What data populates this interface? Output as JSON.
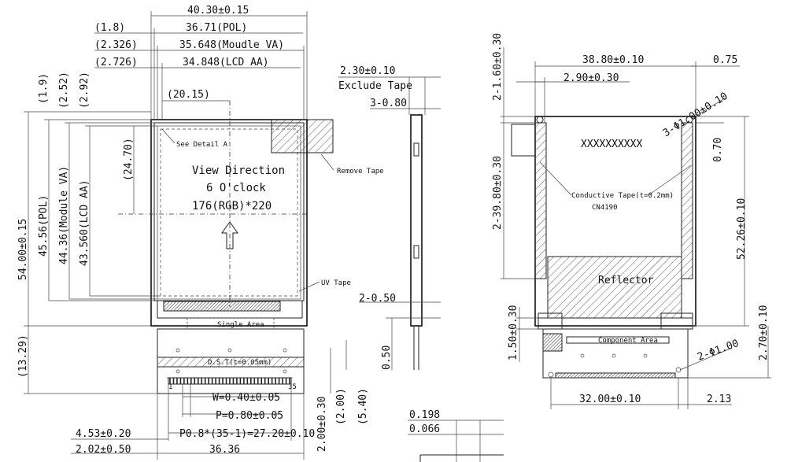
{
  "front_view": {
    "width_overall": "40.30±0.15",
    "pol_w_offset": "(1.8)",
    "pol_w": "36.71(POL)",
    "va_w_offset": "(2.326)",
    "va_w": "35.648(Moudle VA)",
    "aa_w_offset": "(2.726)",
    "aa_w": "34.848(LCD AA)",
    "center_offset": "(20.15)",
    "h_overall": "54.00±0.15",
    "pol_h": "45.56(POL)",
    "va_h": "44.36(Module VA)",
    "aa_h": "43.560(LCD AA)",
    "top_off1": "(1.9)",
    "top_off2": "(2.52)",
    "top_off3": "(2.92)",
    "vcenter": "(24.70)",
    "fpc_h": "(13.29)",
    "see_detail": "See Detail A",
    "view1": "View Direction",
    "view2": "6 O'clock",
    "resolution": "176(RGB)*220",
    "remove_tape": "Remove Tape",
    "uv_tape": "UV Tape",
    "single_area": "Single Area",
    "ds_t": "D.S.T(t=0.05mm)",
    "pin1": "1",
    "pin35": "35",
    "w_pin": "W=0.40±0.05",
    "p_pin": "P=0.80±0.05",
    "pitch_total": "P0.8*(35-1)=27.20±0.10",
    "left_453": "4.53±0.20",
    "left_202": "2.02±0.50",
    "width_3636": "36.36",
    "v_200_030": "2.00±0.30",
    "v_200": "(2.00)",
    "v_540": "(5.40)"
  },
  "side_view": {
    "t230": "2.30±0.10",
    "exclude_tape": "Exclude Tape",
    "t3080": "3-0.80",
    "t2050": "2-0.50",
    "t050": "0.50",
    "t0198": "0.198",
    "t0066": "0.066"
  },
  "back_view": {
    "w3880": "38.80±0.10",
    "w075": "0.75",
    "w290": "2.90±0.30",
    "h2160": "2-1.60±0.30",
    "phi3": "3-Φ1.00±0.10",
    "h070": "0.70",
    "marking": "XXXXXXXXXX",
    "conductive": "Conductive Tape(t=0.2mm)",
    "cn": "CN4190",
    "h23980": "2-39.80±0.30",
    "h5226": "52.26±0.10",
    "reflector": "Reflector",
    "component_area": "Component Area",
    "h150": "1.50±0.30",
    "h270": "2.70±0.10",
    "phi2": "2-Φ1.00",
    "w3200": "32.00±0.10",
    "w213": "2.13"
  }
}
